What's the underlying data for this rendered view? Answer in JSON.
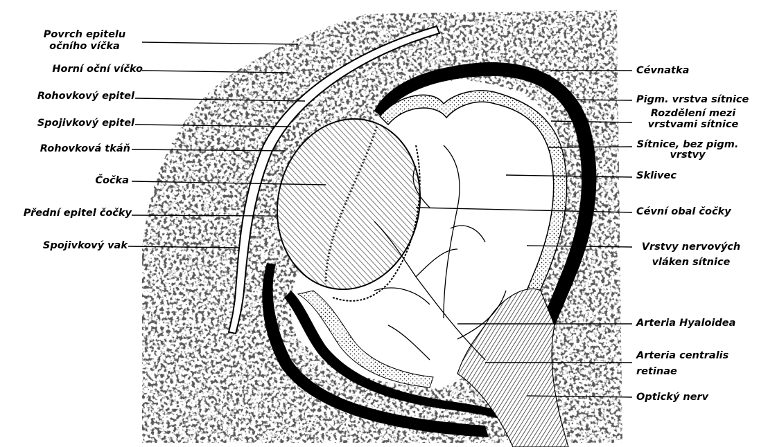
{
  "labels_left": [
    {
      "id": "povrch",
      "lines": [
        "Povrch epitelu",
        "očního víčka"
      ]
    },
    {
      "id": "horni",
      "lines": [
        "Horní oční víčko"
      ]
    },
    {
      "id": "rohovkovy-epitel",
      "lines": [
        "Rohovkový epitel"
      ]
    },
    {
      "id": "spojivkovy-epitel",
      "lines": [
        "Spojivkový epitel"
      ]
    },
    {
      "id": "rohovkova-tkan",
      "lines": [
        "Rohovková tkáň"
      ]
    },
    {
      "id": "cocka",
      "lines": [
        "Čočka"
      ]
    },
    {
      "id": "predni-epitel",
      "lines": [
        "Přední epitel čočky"
      ]
    },
    {
      "id": "spojivkovy-vak",
      "lines": [
        "Spojivkový vak"
      ]
    }
  ],
  "labels_right": [
    {
      "id": "cevnatka",
      "lines": [
        "Cévnatka"
      ]
    },
    {
      "id": "pigm",
      "lines": [
        "Pigm. vrstva sítnice"
      ]
    },
    {
      "id": "rozdeleni",
      "lines": [
        "Rozdělení mezi",
        "vrstvami sítnice"
      ]
    },
    {
      "id": "sitnice",
      "lines": [
        "Sítnice, bez pigm.",
        "vrstvy"
      ]
    },
    {
      "id": "sklivec",
      "lines": [
        "Sklivec"
      ]
    },
    {
      "id": "cevni-obal",
      "lines": [
        "Cévní obal čočky"
      ]
    },
    {
      "id": "vrstvy",
      "lines": [
        "Vrstvy nervových",
        "vláken sítnice"
      ]
    },
    {
      "id": "arteria-hyaloidea",
      "lines": [
        "Arteria Hyaloidea"
      ]
    },
    {
      "id": "arteria-centralis",
      "lines": [
        "Arteria centralis",
        "retinae"
      ]
    },
    {
      "id": "opticky",
      "lines": [
        "Optický nerv"
      ]
    }
  ]
}
